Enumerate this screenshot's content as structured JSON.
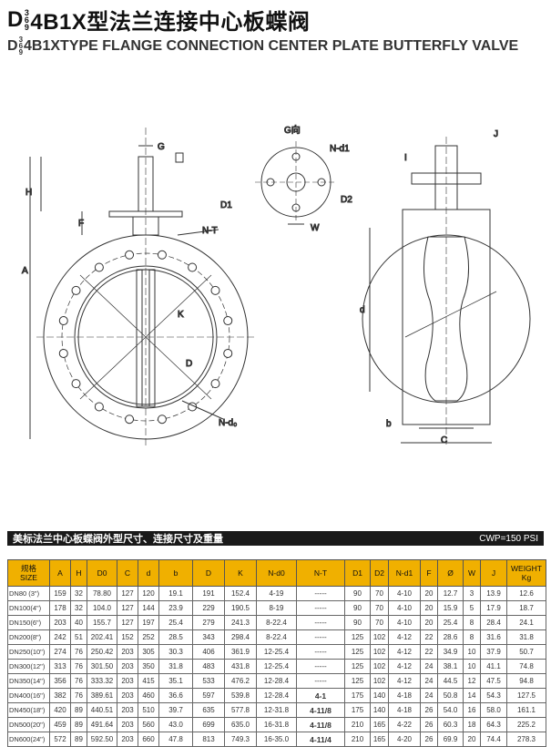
{
  "title": {
    "prefix": "D",
    "stack": [
      "3",
      "6",
      "9"
    ],
    "main": "4B1X型法兰连接中心板蝶阀"
  },
  "subtitle": {
    "prefix": "D",
    "stack": [
      "3",
      "6",
      "9"
    ],
    "main": "4B1XTYPE FLANGE CONNECTION CENTER PLATE BUTTERFLY VALVE"
  },
  "drawing_labels": {
    "G": "G",
    "H": "H",
    "F": "F",
    "A": "A",
    "NT": "N-T",
    "K": "K",
    "D": "D",
    "Nd0": "N-d₀",
    "Gview": "G向",
    "Nd1": "N-d1",
    "D1": "D1",
    "D2": "D2",
    "W": "W",
    "I": "I",
    "J": "J",
    "d": "d",
    "b": "b",
    "C": "C"
  },
  "table_header": {
    "title": "美标法兰中心板蝶阀外型尺寸、连接尺寸及重量",
    "cwp": "CWP=150 PSI"
  },
  "table": {
    "columns": [
      "规格\nSIZE",
      "A",
      "H",
      "D0",
      "C",
      "d",
      "b",
      "D",
      "K",
      "N-d0",
      "N-T",
      "D1",
      "D2",
      "N-d1",
      "F",
      "Ø",
      "W",
      "J",
      "WEIGHT\nKg"
    ],
    "rows": [
      [
        "DN80 (3\")",
        "159",
        "32",
        "78.80",
        "127",
        "120",
        "19.1",
        "191",
        "152.4",
        "4-19",
        "-----",
        "90",
        "70",
        "4-10",
        "20",
        "12.7",
        "3",
        "13.9",
        "12.6"
      ],
      [
        "DN100(4\")",
        "178",
        "32",
        "104.0",
        "127",
        "144",
        "23.9",
        "229",
        "190.5",
        "8-19",
        "-----",
        "90",
        "70",
        "4-10",
        "20",
        "15.9",
        "5",
        "17.9",
        "18.7"
      ],
      [
        "DN150(6\")",
        "203",
        "40",
        "155.7",
        "127",
        "197",
        "25.4",
        "279",
        "241.3",
        "8-22.4",
        "-----",
        "90",
        "70",
        "4-10",
        "20",
        "25.4",
        "8",
        "28.4",
        "24.1"
      ],
      [
        "DN200(8\")",
        "242",
        "51",
        "202.41",
        "152",
        "252",
        "28.5",
        "343",
        "298.4",
        "8-22.4",
        "-----",
        "125",
        "102",
        "4-12",
        "22",
        "28.6",
        "8",
        "31.6",
        "31.8"
      ],
      [
        "DN250(10\")",
        "274",
        "76",
        "250.42",
        "203",
        "305",
        "30.3",
        "406",
        "361.9",
        "12-25.4",
        "-----",
        "125",
        "102",
        "4-12",
        "22",
        "34.9",
        "10",
        "37.9",
        "50.7"
      ],
      [
        "DN300(12\")",
        "313",
        "76",
        "301.50",
        "203",
        "350",
        "31.8",
        "483",
        "431.8",
        "12-25.4",
        "-----",
        "125",
        "102",
        "4-12",
        "24",
        "38.1",
        "10",
        "41.1",
        "74.8"
      ],
      [
        "DN350(14\")",
        "356",
        "76",
        "333.32",
        "203",
        "415",
        "35.1",
        "533",
        "476.2",
        "12-28.4",
        "-----",
        "125",
        "102",
        "4-12",
        "24",
        "44.5",
        "12",
        "47.5",
        "94.8"
      ],
      [
        "DN400(16\")",
        "382",
        "76",
        "389.61",
        "203",
        "460",
        "36.6",
        "597",
        "539.8",
        "12-28.4",
        "4-1",
        "175",
        "140",
        "4-18",
        "24",
        "50.8",
        "14",
        "54.3",
        "127.5"
      ],
      [
        "DN450(18\")",
        "420",
        "89",
        "440.51",
        "203",
        "510",
        "39.7",
        "635",
        "577.8",
        "12-31.8",
        "4-11/8",
        "175",
        "140",
        "4-18",
        "26",
        "54.0",
        "16",
        "58.0",
        "161.1"
      ],
      [
        "DN500(20\")",
        "459",
        "89",
        "491.64",
        "203",
        "560",
        "43.0",
        "699",
        "635.0",
        "16-31.8",
        "4-11/8",
        "210",
        "165",
        "4-22",
        "26",
        "60.3",
        "18",
        "64.3",
        "225.2"
      ],
      [
        "DN600(24\")",
        "572",
        "89",
        "592.50",
        "203",
        "660",
        "47.8",
        "813",
        "749.3",
        "16-35.0",
        "4-11/4",
        "210",
        "165",
        "4-20",
        "26",
        "69.9",
        "20",
        "74.4",
        "278.3"
      ]
    ]
  },
  "colors": {
    "header": "#f0b000",
    "bar": "#1a1a1a"
  }
}
